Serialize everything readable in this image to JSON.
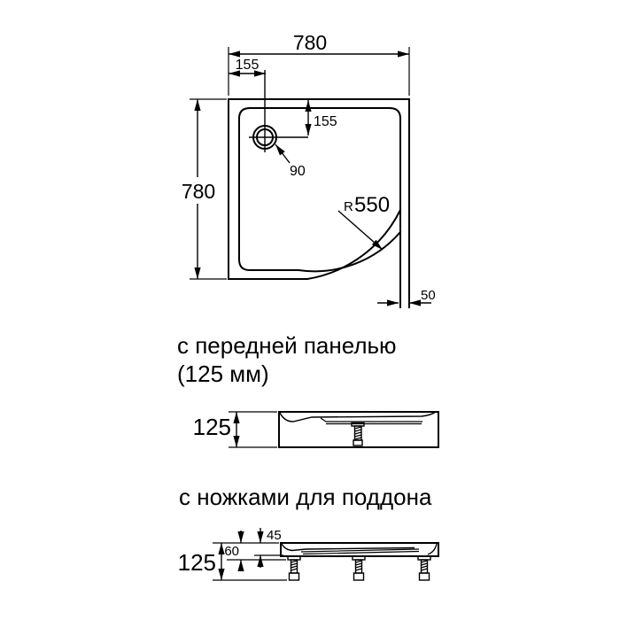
{
  "colors": {
    "line": "#000000",
    "background": "#ffffff"
  },
  "top_view": {
    "width": "780",
    "height": "780",
    "drain_offset_x": "155",
    "drain_offset_y": "155",
    "drain_diameter": "90",
    "radius_prefix": "R",
    "radius_value": "550",
    "front_offset": "50"
  },
  "captions": {
    "panel": "с передней панелью",
    "panel_size": "(125 мм)",
    "legs": "с ножками для поддона"
  },
  "panel_view": {
    "height": "125"
  },
  "legs_view": {
    "height": "125",
    "frame_height": "60",
    "tray_height": "45"
  }
}
